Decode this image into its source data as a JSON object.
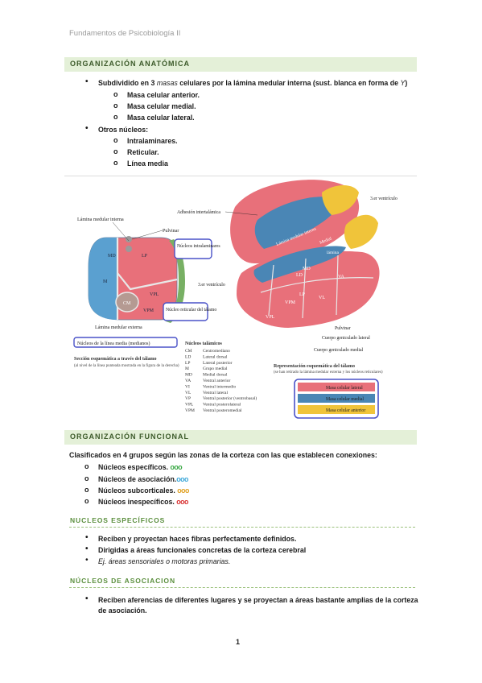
{
  "header": {
    "running_title": "Fundamentos de Psicobiología II"
  },
  "section1": {
    "title": "ORGANIZACIÓN ANATÓMICA",
    "bullet1": {
      "pre": "Subdividido en 3 ",
      "em": "masas",
      "post": " celulares por la lámina medular interna (sust. blanca en forma de ",
      "em2": "Y",
      "end": ")"
    },
    "masses": [
      "Masa celular anterior.",
      "Masa celular medial.",
      "Masa celular lateral."
    ],
    "bullet2": "Otros núcleos:",
    "other_nuclei": [
      "Intralaminares.",
      "Reticular.",
      "Línea media"
    ]
  },
  "figure": {
    "left_labels": {
      "lamina_interna": "Lámina medular interna",
      "pulvinar": "Pulvinar",
      "intralaminares": "Núcleos intralaminares",
      "reticular": "Núcleo reticular del tálamo",
      "lamina_externa": "Lámina medular externa",
      "linea_media": "Núcleos de la línea media (medianos)",
      "section_caption_title": "Sección esquemática a través del tálamo",
      "section_caption_body": "(al nivel de la línea punteada mostrada en la figura de la derecha)",
      "md": "MD",
      "lp": "LP",
      "m": "M",
      "cm": "CM",
      "vpl": "VPL",
      "vpm": "VPM"
    },
    "right_labels": {
      "ventriculo3_top": "3.er ventrículo",
      "adhesion": "Adhesión intertalámica",
      "ventriculo3_left": "3.er ventrículo",
      "lamina_medular": "Lámina medular interna",
      "medial": "Medial",
      "lamina": "lámina",
      "pulvinar": "Pulvinar",
      "geniculado_lateral": "Cuerpo geniculado lateral",
      "geniculado_medial": "Cuerpo geniculado medial",
      "rep_title": "Representación esquemática del tálamo",
      "rep_body": "(se han retirado la lámina medular externa y los núcleos reticulares)",
      "nuclei": [
        "LD",
        "LP",
        "VA",
        "VL",
        "VPM",
        "VPL",
        "MD"
      ]
    },
    "nucleos_title": "Núcleos talámicos",
    "abbreviations": [
      [
        "CM",
        "Centromediano"
      ],
      [
        "LD",
        "Lateral dorsal"
      ],
      [
        "LP",
        "Lateral posterior"
      ],
      [
        "M",
        "Grupo medial"
      ],
      [
        "MD",
        "Medial dorsal"
      ],
      [
        "VA",
        "Ventral anterior"
      ],
      [
        "VI",
        "Ventral intermedio"
      ],
      [
        "VL",
        "Ventral lateral"
      ],
      [
        "VP",
        "Ventral posterior (ventrobasal)"
      ],
      [
        "VPL",
        "Ventral posterolateral"
      ],
      [
        "VPM",
        "Ventral posteromedial"
      ]
    ],
    "legend": [
      {
        "label": "Masa celular lateral",
        "color": "#e8707a"
      },
      {
        "label": "Masa celular medial",
        "color": "#4a86b5"
      },
      {
        "label": "Masa celular anterior",
        "color": "#f0c43a"
      }
    ]
  },
  "section2": {
    "title": "ORGANIZACIÓN FUNCIONAL",
    "intro": "Clasificados en 4 grupos según las zonas de la corteza con las que establecen conexiones:",
    "groups": [
      {
        "label": "Núcleos específicos. ",
        "dots": "ooo",
        "color": "#3aa845"
      },
      {
        "label": "Núcleos de asociación.",
        "dots": "ooo",
        "color": "#3aa6d8"
      },
      {
        "label": "Núcleos subcorticales. ",
        "dots": "ooo",
        "color": "#e0a020"
      },
      {
        "label": "Núcleos inespecíficos. ",
        "dots": "ooo",
        "color": "#d83030"
      }
    ]
  },
  "sub1": {
    "title": "NUCLEOS ESPECÍFICOS",
    "items": [
      "Reciben y proyectan haces fibras perfectamente definidos.",
      "Dirigidas a áreas funcionales concretas de la corteza cerebral"
    ],
    "italic_item": "Ej. áreas sensoriales o motoras primarias."
  },
  "sub2": {
    "title": "NÚCLEOS DE ASOCIACION",
    "item_line1": "Reciben aferencias de diferentes lugares y se proyectan a áreas bastante amplias de la corteza",
    "item_line2": "de asociación."
  },
  "footer": {
    "page": "1"
  }
}
